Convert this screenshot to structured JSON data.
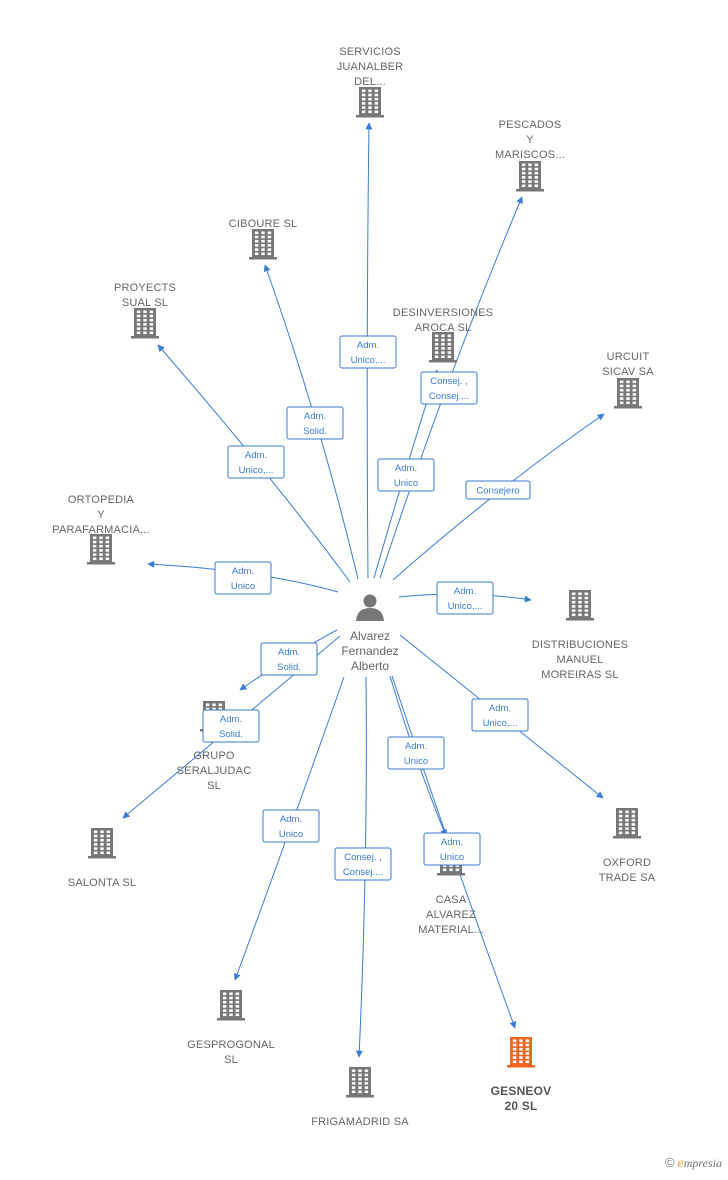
{
  "colors": {
    "edge": "#3a7bd5",
    "building": "#777777",
    "highlight": "#f26522",
    "person": "#777777"
  },
  "center": {
    "lines": [
      "Alvarez",
      "Fernandez",
      "Alberto"
    ]
  },
  "nodes": [
    {
      "id": "servicios",
      "lines": [
        "SERVICIOS",
        "JUANALBER",
        "DEL..."
      ]
    },
    {
      "id": "pescados",
      "lines": [
        "PESCADOS",
        "Y",
        "MARISCOS..."
      ]
    },
    {
      "id": "ciboure",
      "lines": [
        "CIBOURE SL"
      ]
    },
    {
      "id": "proyects",
      "lines": [
        "PROYECTS",
        "SUAL  SL"
      ]
    },
    {
      "id": "desinversiones",
      "lines": [
        "DESINVERSIONES",
        "AROCA  SL"
      ]
    },
    {
      "id": "urcuit",
      "lines": [
        "URCUIT",
        "SICAV SA"
      ]
    },
    {
      "id": "ortopedia",
      "lines": [
        "ORTOPEDIA",
        "Y",
        "PARAFARMACIA..."
      ]
    },
    {
      "id": "distribuciones",
      "lines": [
        "DISTRIBUCIONES",
        "MANUEL",
        "MOREIRAS SL"
      ]
    },
    {
      "id": "grupo",
      "lines": [
        "GRUPO",
        "SERALJUDAC",
        "SL"
      ]
    },
    {
      "id": "salonta",
      "lines": [
        "SALONTA SL"
      ]
    },
    {
      "id": "oxford",
      "lines": [
        "OXFORD",
        "TRADE SA"
      ]
    },
    {
      "id": "casa",
      "lines": [
        "CASA",
        "ALVAREZ",
        "MATERIAL..."
      ]
    },
    {
      "id": "gesprogonal",
      "lines": [
        "GESPROGONAL",
        "SL"
      ]
    },
    {
      "id": "frigamadrid",
      "lines": [
        "FRIGAMADRID SA"
      ]
    },
    {
      "id": "gesneov",
      "lines": [
        "GESNEOV",
        "20  SL"
      ],
      "highlight": true
    }
  ],
  "edges": [
    {
      "to": "servicios",
      "label": [
        "Adm.",
        "Unico,..."
      ]
    },
    {
      "to": "pescados",
      "label": [
        "Consej. ,",
        "Consej...."
      ]
    },
    {
      "to": "ciboure",
      "label": [
        "Adm.",
        "Solid."
      ]
    },
    {
      "to": "proyects",
      "label": [
        "Adm.",
        "Unico,..."
      ]
    },
    {
      "to": "desinversiones",
      "label": [
        "Adm.",
        "Unico"
      ]
    },
    {
      "to": "urcuit",
      "label": [
        "Consejero"
      ]
    },
    {
      "to": "ortopedia",
      "label": [
        "Adm.",
        "Unico"
      ]
    },
    {
      "to": "distribuciones",
      "label": [
        "Adm.",
        "Unico,..."
      ]
    },
    {
      "to": "grupo",
      "label": [
        "Adm.",
        "Solid."
      ]
    },
    {
      "to": "salonta",
      "label": [
        "Adm.",
        "Solid."
      ]
    },
    {
      "to": "oxford",
      "label": [
        "Adm.",
        "Unico,..."
      ]
    },
    {
      "to": "casa",
      "label": [
        "Adm.",
        "Unico"
      ]
    },
    {
      "to": "gesprogonal",
      "label": [
        "Adm.",
        "Unico"
      ]
    },
    {
      "to": "frigamadrid",
      "label": [
        "Consej. ,",
        "Consej...."
      ]
    },
    {
      "to": "gesneov",
      "label": [
        "Adm.",
        "Unico"
      ]
    }
  ],
  "footer": {
    "copyright": "©",
    "brand_initial": "e",
    "brand_rest": "mpresia"
  }
}
